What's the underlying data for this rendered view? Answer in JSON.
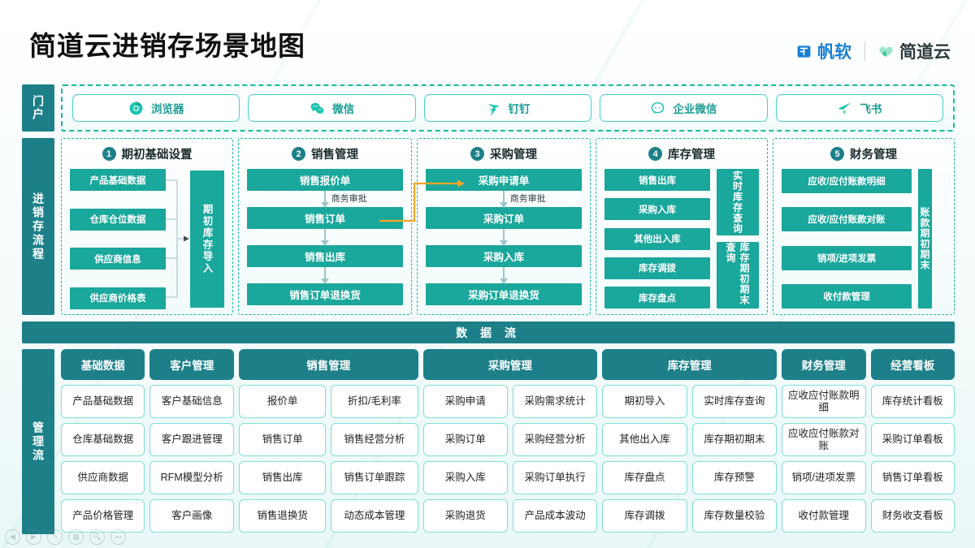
{
  "header": {
    "title": "简道云进销存场景地图",
    "brand_primary": "帆软",
    "brand_secondary": "简道云",
    "brand_primary_color": "#1a7fd4",
    "brand_secondary_color": "#3fcfae"
  },
  "portal": {
    "label": "门户",
    "items": [
      {
        "label": "浏览器",
        "icon": "chrome-icon"
      },
      {
        "label": "微信",
        "icon": "wechat-icon"
      },
      {
        "label": "钉钉",
        "icon": "dingtalk-icon"
      },
      {
        "label": "企业微信",
        "icon": "wecom-icon"
      },
      {
        "label": "飞书",
        "icon": "feishu-icon"
      }
    ]
  },
  "flow": {
    "label": "进销存流程",
    "approval_label": "商务审批",
    "cards": [
      {
        "num": "1",
        "title": "期初基础设置",
        "items": [
          "产品基础数据",
          "仓库仓位数据",
          "供应商信息",
          "供应商价格表"
        ],
        "result": "期初库存导入"
      },
      {
        "num": "2",
        "title": "销售管理",
        "chain": [
          "销售报价单",
          "销售订单",
          "销售出库",
          "销售订单退换货"
        ]
      },
      {
        "num": "3",
        "title": "采购管理",
        "chain": [
          "采购申请单",
          "采购订单",
          "采购入库",
          "采购订单退换货"
        ]
      },
      {
        "num": "4",
        "title": "库存管理",
        "items": [
          "销售出库",
          "采购入库",
          "其他出入库",
          "库存调拨",
          "库存盘点"
        ],
        "side": [
          "实时库存查询",
          "库存期初期末查询"
        ]
      },
      {
        "num": "5",
        "title": "财务管理",
        "items": [
          "应收/应付账款明细",
          "应收/应付账款对账",
          "销项/进项发票",
          "收付款管理"
        ],
        "side": [
          "账款期初期末"
        ]
      }
    ]
  },
  "dataflow_banner": "数 据 流",
  "management": {
    "label": "管理流",
    "columns": [
      {
        "header": "基础数据",
        "cells": [
          "产品基础数据",
          "仓库基础数据",
          "供应商数据",
          "产品价格管理"
        ]
      },
      {
        "header": "客户管理",
        "cells": [
          "客户基础信息",
          "客户跟进管理",
          "RFM模型分析",
          "客户画像"
        ]
      },
      {
        "header": "销售管理",
        "cells_a": [
          "报价单",
          "销售订单",
          "销售出库",
          "销售退换货"
        ],
        "cells_b": [
          "折扣/毛利率",
          "销售经营分析",
          "销售订单跟踪",
          "动态成本管理"
        ]
      },
      {
        "header": "采购管理",
        "cells_a": [
          "采购申请",
          "采购订单",
          "采购入库",
          "采购退货"
        ],
        "cells_b": [
          "采购需求统计",
          "采购经营分析",
          "采购订单执行",
          "产品成本波动"
        ]
      },
      {
        "header": "库存管理",
        "cells_a": [
          "期初导入",
          "其他出入库",
          "库存盘点",
          "库存调拨"
        ],
        "cells_b": [
          "实时库存查询",
          "库存期初期末",
          "库存预警",
          "库存数量校验"
        ]
      },
      {
        "header": "财务管理",
        "cells": [
          "应收应付账款明细",
          "应收应付账款对账",
          "销项/进项发票",
          "收付款管理"
        ]
      },
      {
        "header": "经营看板",
        "cells": [
          "库存统计看板",
          "采购订单看板",
          "销售订单看板",
          "财务收支看板"
        ]
      }
    ]
  },
  "toolbar": {
    "buttons": [
      "prev-icon",
      "play-icon",
      "pen-icon",
      "grid-icon",
      "search-icon",
      "more-icon"
    ]
  },
  "colors": {
    "teal_dark": "#1d8089",
    "teal": "#1aa79c",
    "mint": "#17b8a6",
    "yellow": "#f5a623"
  }
}
